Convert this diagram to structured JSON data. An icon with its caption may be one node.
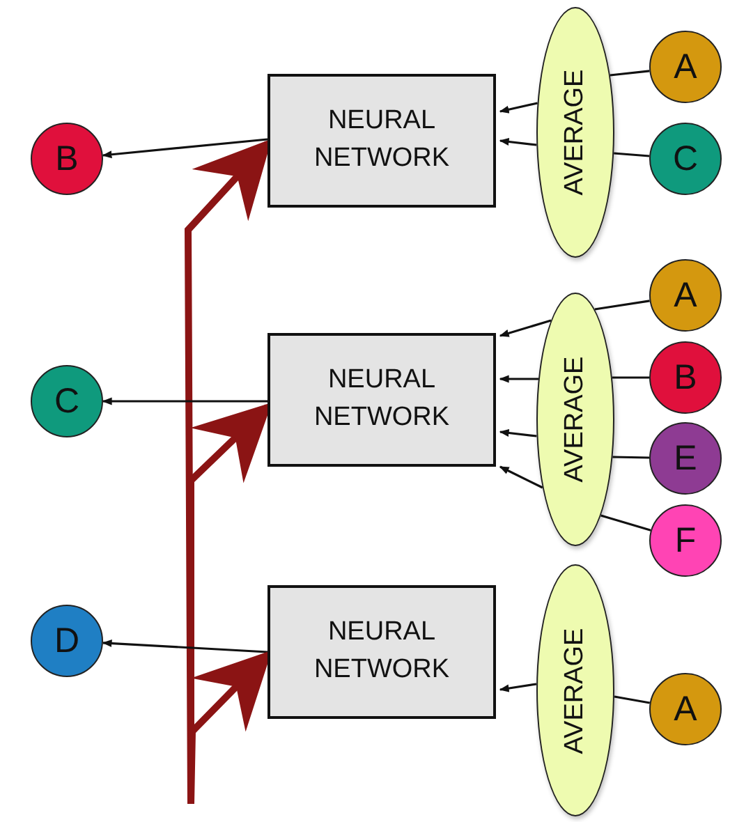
{
  "diagram": {
    "nodes": [
      {
        "text": [
          "B"
        ]
      },
      {
        "text": [
          "NEURAL NETWORK"
        ]
      },
      {
        "text": [
          "AVERAGE"
        ]
      },
      {
        "text": [
          "A"
        ]
      },
      {
        "text": [
          "C"
        ]
      },
      {
        "text": [
          "C"
        ]
      },
      {
        "text": [
          "NEURAL NETWORK"
        ]
      },
      {
        "text": [
          "AVERAGE"
        ]
      },
      {
        "text": [
          "A"
        ]
      },
      {
        "text": [
          "B"
        ]
      },
      {
        "text": [
          "E"
        ]
      },
      {
        "text": [
          "F"
        ]
      },
      {
        "text": [
          "D"
        ]
      },
      {
        "text": [
          "NEURAL NETWORK"
        ]
      },
      {
        "text": [
          "AVERAGE"
        ]
      },
      {
        "text": [
          "A"
        ]
      }
    ],
    "edges": [
      {
        "from": 1,
        "to": 0,
        "arrow": "to"
      },
      {
        "from": 3,
        "to": 2,
        "arrow": "none"
      },
      {
        "from": 4,
        "to": 2,
        "arrow": "none"
      },
      {
        "from": 2,
        "to": 1,
        "arrow": "to"
      },
      {
        "from": 2,
        "to": 1,
        "arrow": "to"
      },
      {
        "from": null,
        "to": 1,
        "arrow": "to",
        "style": "thick",
        "color": "#8b1414"
      },
      {
        "from": 6,
        "to": 5,
        "arrow": "to"
      },
      {
        "from": 8,
        "to": 7,
        "arrow": "none"
      },
      {
        "from": 9,
        "to": 7,
        "arrow": "none"
      },
      {
        "from": 10,
        "to": 7,
        "arrow": "none"
      },
      {
        "from": 11,
        "to": 7,
        "arrow": "none"
      },
      {
        "from": 7,
        "to": 6,
        "arrow": "to"
      },
      {
        "from": 7,
        "to": 6,
        "arrow": "to"
      },
      {
        "from": 7,
        "to": 6,
        "arrow": "to"
      },
      {
        "from": 7,
        "to": 6,
        "arrow": "to"
      },
      {
        "from": null,
        "to": 6,
        "arrow": "to",
        "style": "thick",
        "color": "#8b1414"
      },
      {
        "from": 13,
        "to": 12,
        "arrow": "to"
      },
      {
        "from": 15,
        "to": 14,
        "arrow": "none"
      },
      {
        "from": 14,
        "to": 13,
        "arrow": "to"
      },
      {
        "from": null,
        "to": 13,
        "arrow": "to",
        "style": "thick",
        "color": "#8b1414"
      }
    ]
  }
}
